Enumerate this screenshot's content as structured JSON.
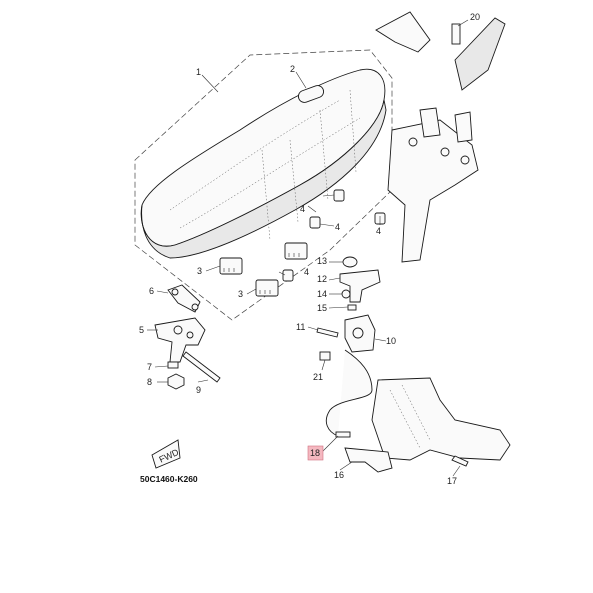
{
  "diagram": {
    "title_code": "50C1460-K260",
    "fwd_label": "FWD",
    "highlight_color": "#f4b8c0",
    "callouts": [
      {
        "id": "c1",
        "label": "1"
      },
      {
        "id": "c2",
        "label": "2"
      },
      {
        "id": "c3a",
        "label": "3"
      },
      {
        "id": "c3b",
        "label": "3"
      },
      {
        "id": "c4a",
        "label": "4"
      },
      {
        "id": "c4b",
        "label": "4"
      },
      {
        "id": "c4c",
        "label": "4"
      },
      {
        "id": "c4d",
        "label": "4"
      },
      {
        "id": "c5",
        "label": "5"
      },
      {
        "id": "c6",
        "label": "6"
      },
      {
        "id": "c7",
        "label": "7"
      },
      {
        "id": "c8",
        "label": "8"
      },
      {
        "id": "c9",
        "label": "9"
      },
      {
        "id": "c10",
        "label": "10"
      },
      {
        "id": "c11",
        "label": "11"
      },
      {
        "id": "c12",
        "label": "12"
      },
      {
        "id": "c13",
        "label": "13"
      },
      {
        "id": "c14",
        "label": "14"
      },
      {
        "id": "c15",
        "label": "15"
      },
      {
        "id": "c16",
        "label": "16"
      },
      {
        "id": "c17",
        "label": "17"
      },
      {
        "id": "c18",
        "label": "18",
        "highlighted": true
      },
      {
        "id": "c20",
        "label": "20"
      },
      {
        "id": "c21",
        "label": "21"
      }
    ]
  }
}
